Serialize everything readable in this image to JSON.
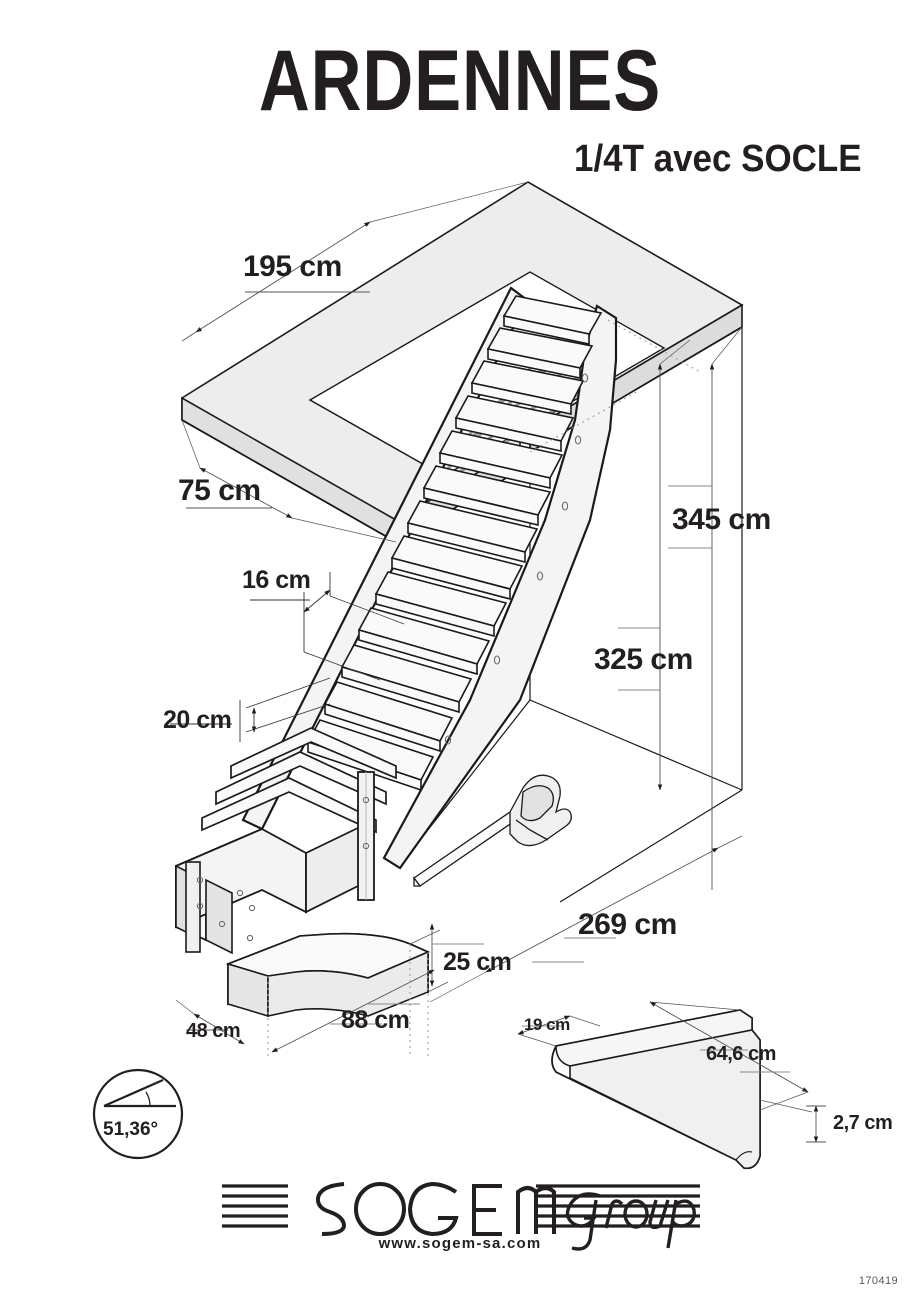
{
  "document": {
    "title": "ARDENNES",
    "subtitle": "1/4T avec SOCLE",
    "code": "170419"
  },
  "brand": {
    "name": "SOGEM",
    "script": "Group",
    "url": "www.sogem-sa.com"
  },
  "angle_badge": {
    "value": "51,36°",
    "icon": "angle-icon"
  },
  "dimensions": {
    "opening_length": "195 cm",
    "opening_width": "75 cm",
    "tread_depth": "16 cm",
    "riser_height": "20 cm",
    "total_height": "345 cm",
    "floor_height": "325 cm",
    "total_run": "269 cm",
    "socle_height": "25 cm",
    "socle_depth": "48 cm",
    "socle_width": "88 cm",
    "tread_width": "19 cm",
    "tread_length": "64,6 cm",
    "tread_thickness": "2,7 cm"
  },
  "colors": {
    "ink": "#231f20",
    "line": "#1a1a1a",
    "hidden": "#9a9a9a",
    "fill_light": "#f2f2f2",
    "fill_mid": "#e8e8e8",
    "fill_dark": "#dcdcdc",
    "paper": "#ffffff"
  }
}
